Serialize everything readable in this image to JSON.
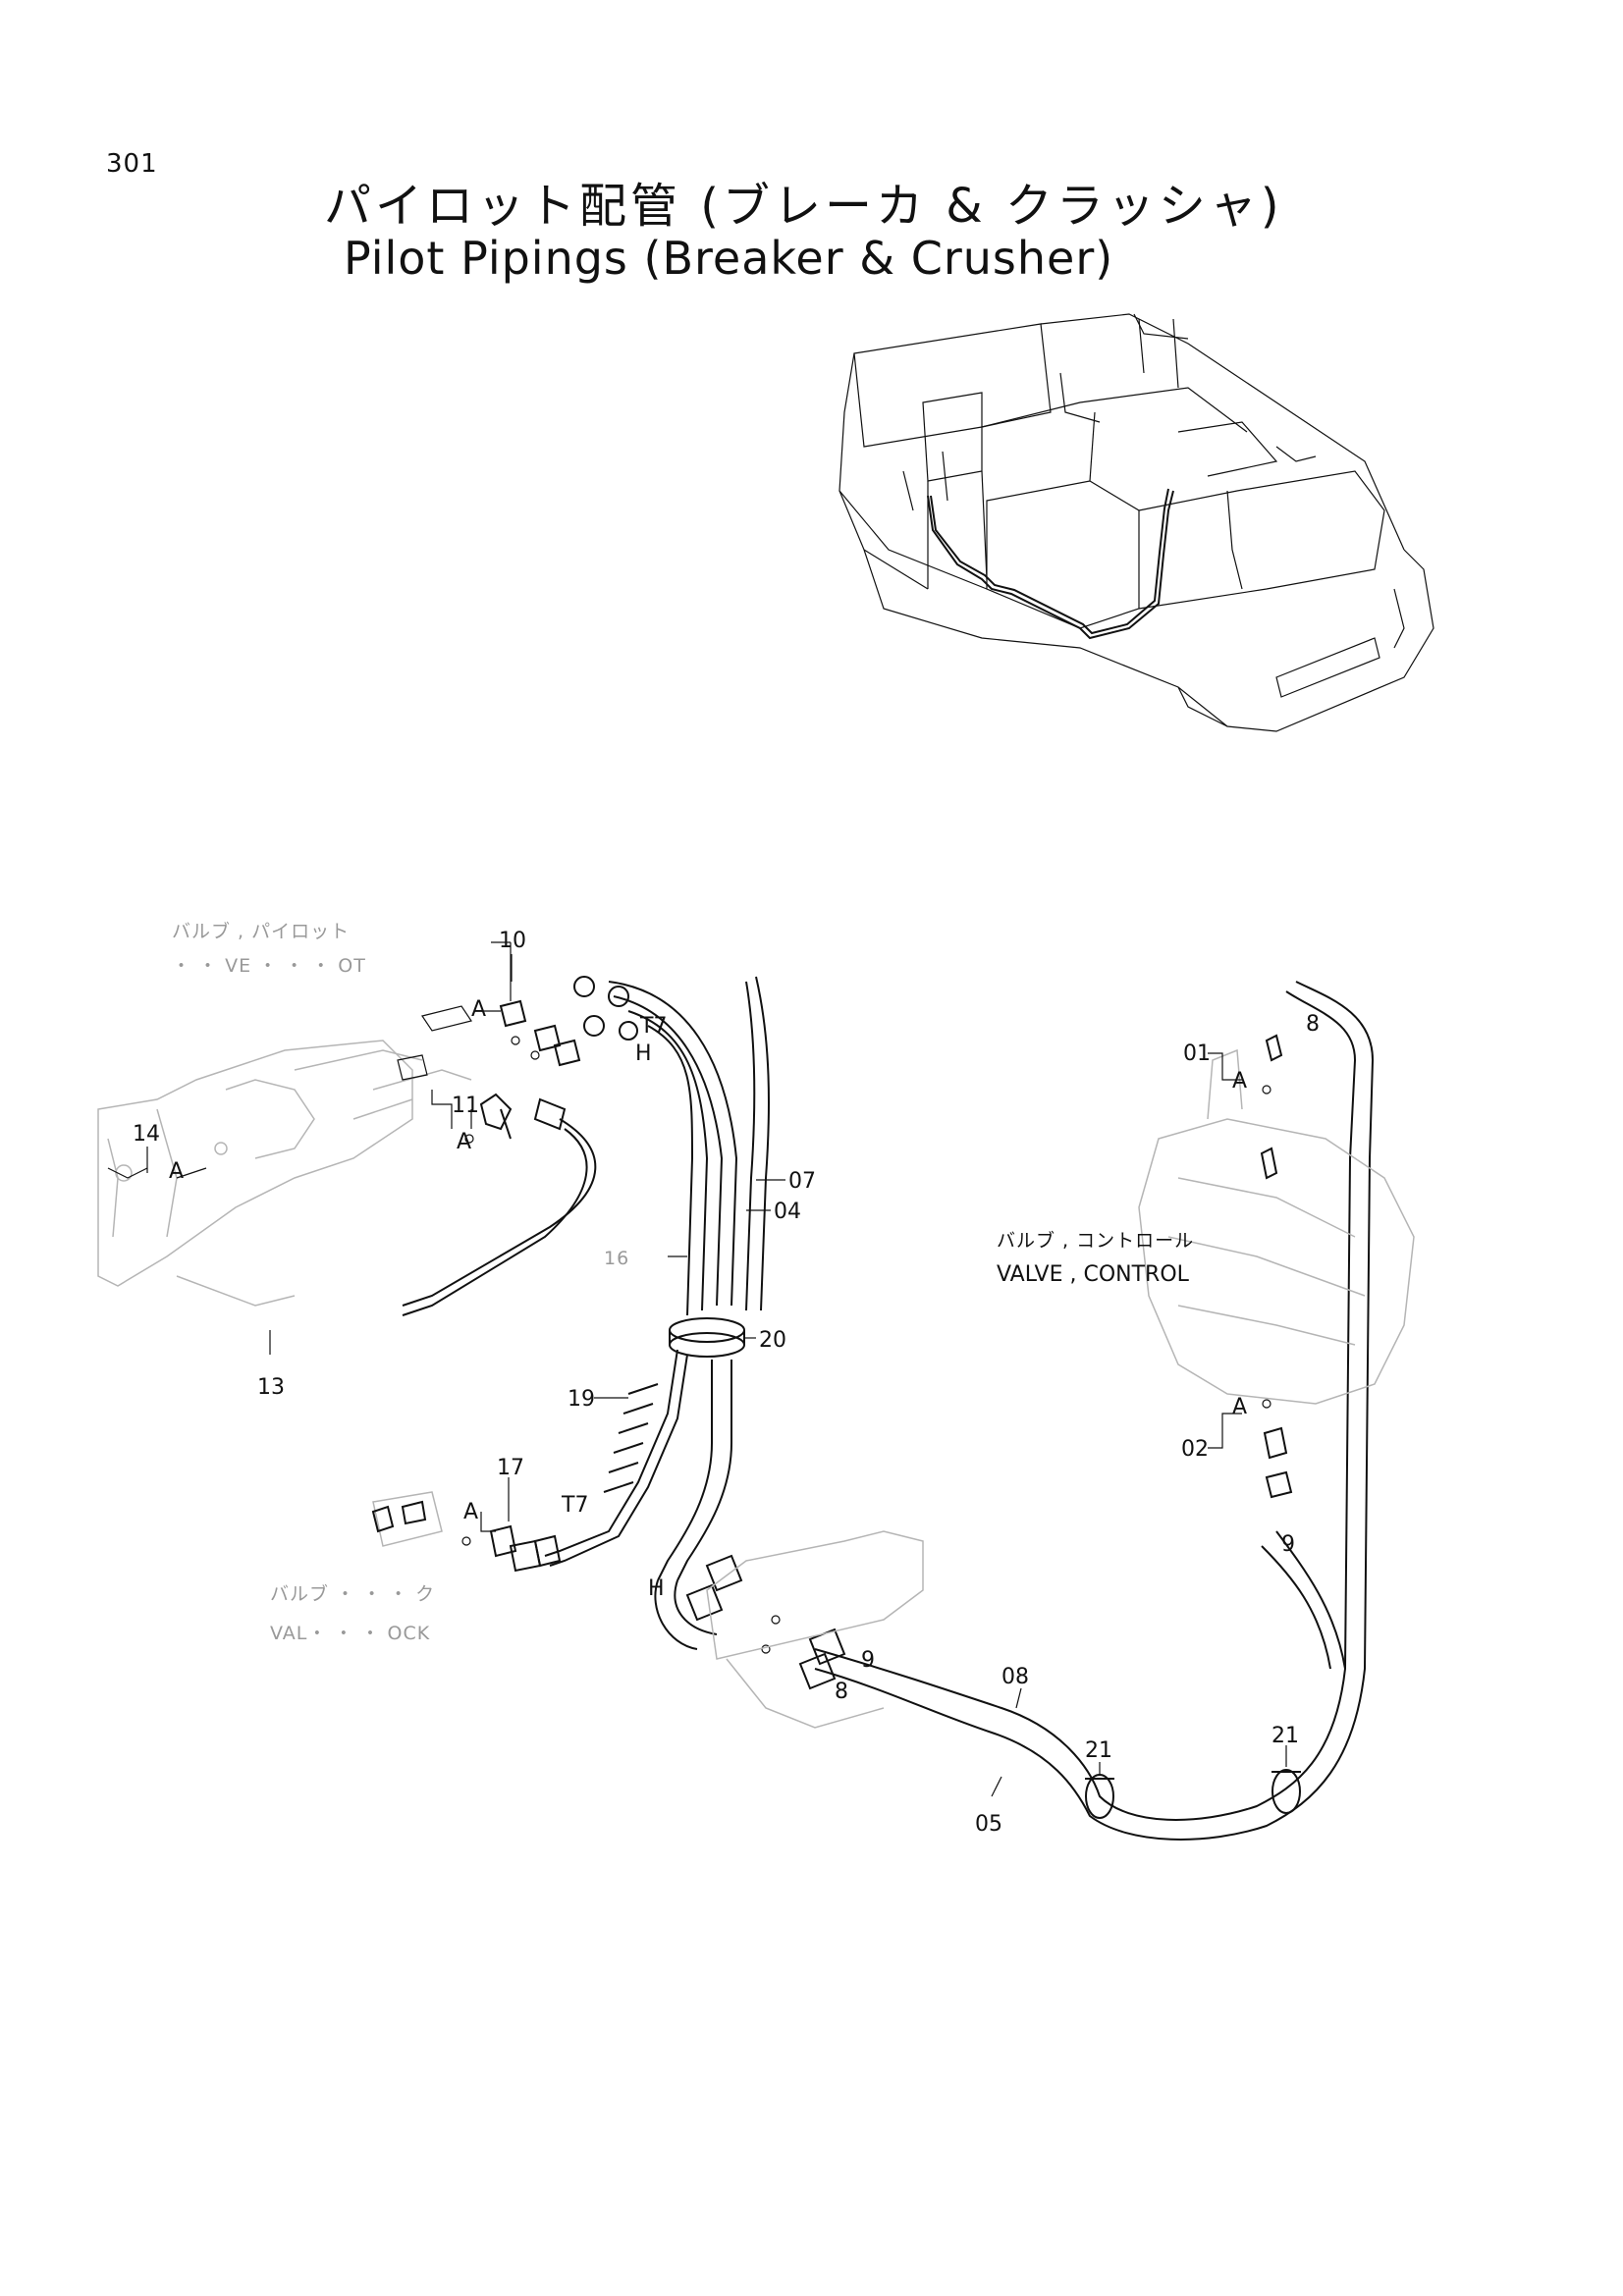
{
  "page_number": "301",
  "title_ja": "パイロット配管 (ブレーカ & クラッシャ)",
  "title_en": "Pilot Pipings (Breaker & Crusher)",
  "valve_control": {
    "label_ja": "バルブ , コントロール",
    "label_en": "VALVE , CONTROL"
  },
  "valve_lock_partial": {
    "label_ja": "バルブ ・ ・ ・ ク",
    "label_en": "VAL・ ・ ・ OCK"
  },
  "valve_pilot_partial": {
    "label_ja": "バルブ , パイロット",
    "label_en": "・ ・ VE ・ ・ ・ OT"
  },
  "callouts": [
    "10",
    "14",
    "11",
    "13",
    "07",
    "04",
    "16",
    "20",
    "19",
    "17",
    "01",
    "02",
    "08",
    "21",
    "21",
    "05",
    "A",
    "A",
    "A",
    "A",
    "A",
    "A"
  ],
  "port_labels": [
    "T7",
    "H",
    "T7",
    "H",
    "8",
    "9",
    "9",
    "8"
  ]
}
